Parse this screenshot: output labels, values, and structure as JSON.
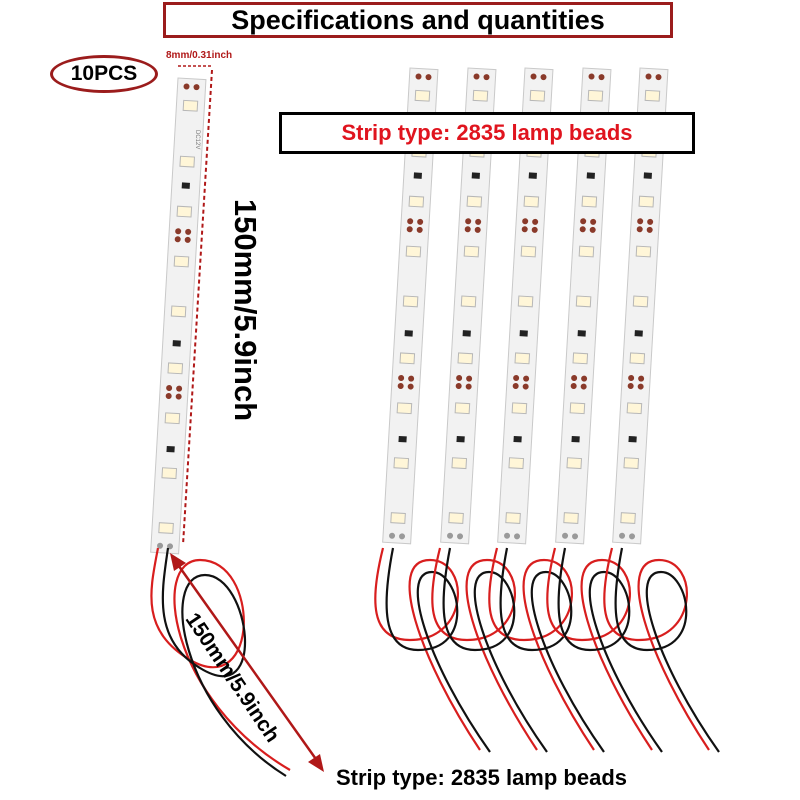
{
  "header": {
    "title": "Specifications and quantities"
  },
  "quantity": {
    "label": "10PCS"
  },
  "dimensions": {
    "width_label": "8mm/0.31inch",
    "length_label_vertical": "150mm/5.9inch",
    "length_label_wire": "150mm/5.9inch"
  },
  "strip": {
    "type_label_top": "Strip type: 2835 lamp beads",
    "type_label_bottom": "Strip type: 2835 lamp beads",
    "voltage_marking": "DC12V"
  },
  "colors": {
    "frame_red": "#9b1c1c",
    "highlight_red": "#e0141e",
    "wire_red": "#d81e1e",
    "wire_black": "#111111",
    "arrow_red": "#b01818"
  }
}
